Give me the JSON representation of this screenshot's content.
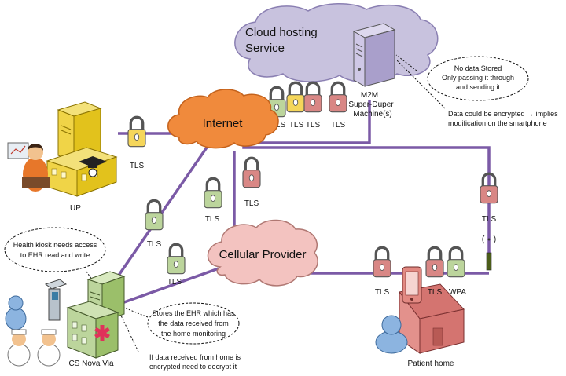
{
  "cloud": {
    "title_line1": "Cloud hosting",
    "title_line2": "Service"
  },
  "internet": {
    "label": "Internet"
  },
  "cellular": {
    "label": "Cellular Provider"
  },
  "server": {
    "line1": "M2M",
    "line2": "Super-Duper",
    "line3": "Machine(s)"
  },
  "callouts": {
    "no_data": {
      "line1": "No data Stored",
      "line2": "Only passing it through",
      "line3": "and sending it"
    },
    "encrypt": {
      "line1": "Data could be encrypted → implies",
      "line2": "modification on the smartphone"
    },
    "kiosk": {
      "line1": "Health kiosk needs access",
      "line2": "to EHR read and write"
    },
    "stores": {
      "line1": "Stores the EHR which has",
      "line2": "the data received from",
      "line3": "the home monitoring"
    },
    "decrypt": {
      "line1": "If data received from home is",
      "line2": "encrypted need to decrypt it"
    }
  },
  "locks": {
    "cloud_1": "TLS",
    "cloud_2": "TLS",
    "cloud_3": "TLS",
    "cloud_4": "TLS",
    "up_link": "TLS",
    "cs_link_1": "TLS",
    "cs_link_2": "TLS",
    "internet_down": "TLS",
    "cs_cell": "TLS",
    "antenna": "TLS",
    "home_1": "TLS",
    "home_2": "TLS",
    "home_wpa": "WPA"
  },
  "nodes": {
    "up": "UP",
    "cs_nova_via": "CS Nova Via",
    "patient_home": "Patient home"
  },
  "colors": {
    "link": "#7b5aa6",
    "cloud_fill": "#c8c2de",
    "internet_fill": "#f08a3c",
    "cellular_fill": "#f3c3c0",
    "lock_red": "#d98785",
    "lock_green": "#bcd59c",
    "lock_yellow": "#f5d65a"
  }
}
